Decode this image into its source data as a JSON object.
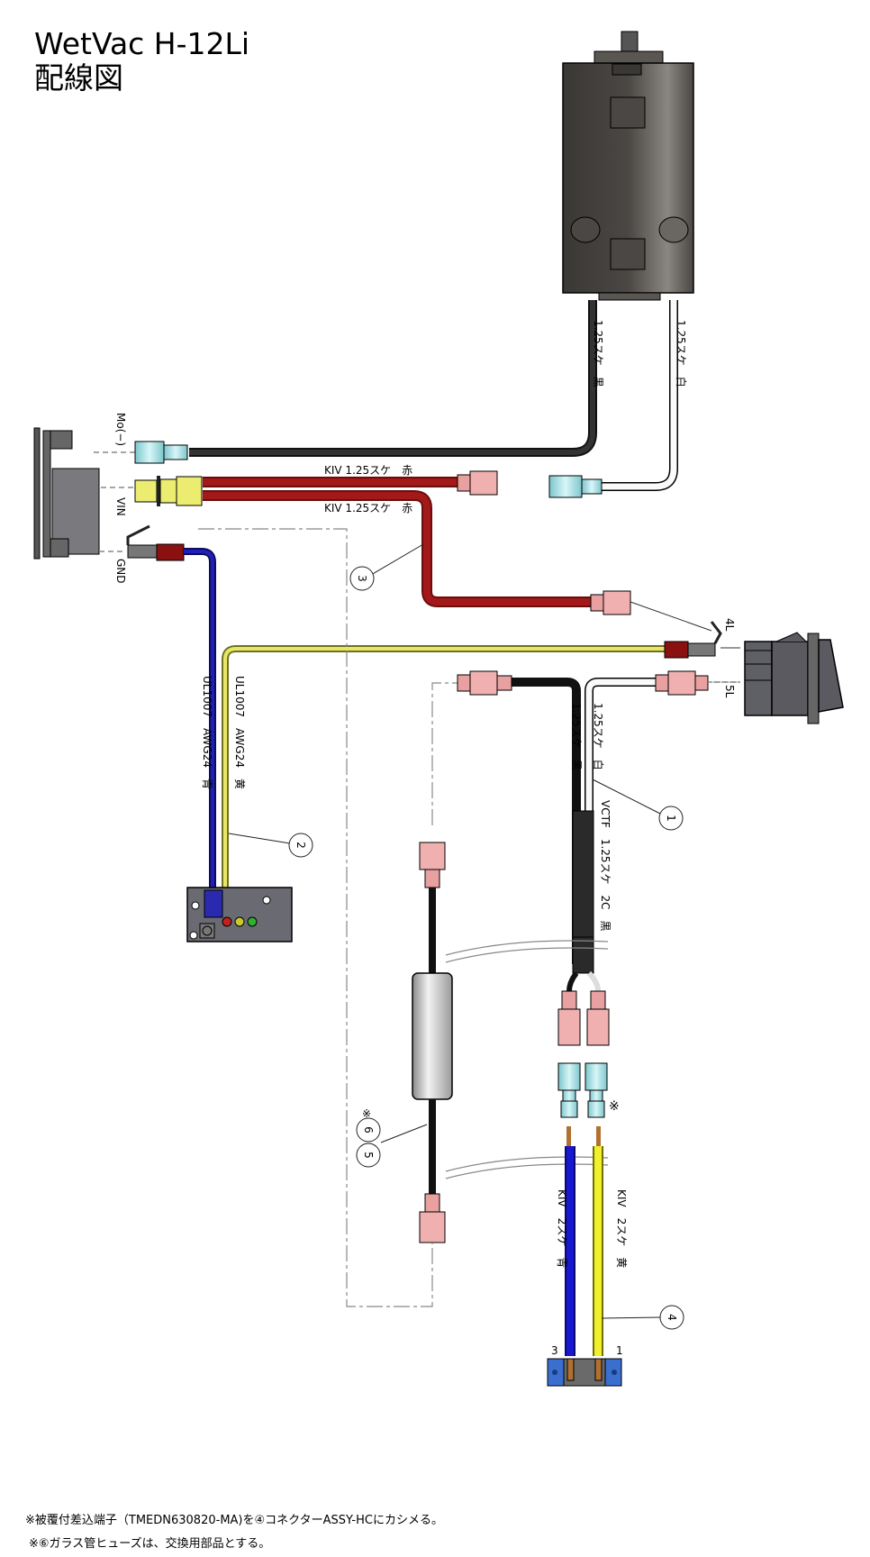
{
  "title": {
    "line1": "WetVac H-12Li",
    "line2": "配線図"
  },
  "motor": {
    "wire_black_label": "1.25スケ　黒",
    "wire_white_label": "1.25スケ　白"
  },
  "controller": {
    "pin_mo": "Mo(−)",
    "pin_vin": "VIN",
    "pin_gnd": "GND"
  },
  "red_wires": {
    "upper_label": "KIV 1.25スケ　赤",
    "lower_label": "KIV 1.25スケ　赤"
  },
  "led_board_wires": {
    "blue_label": "UL1007　AWG24　青",
    "yellow_label": "UL1007　AWG24　黄"
  },
  "switch": {
    "pin_4l": "4L",
    "pin_5l": "5L"
  },
  "vctf_cable": {
    "black_label": "1.25スケ　黒",
    "white_label": "1.25スケ　白",
    "jacket_label": "VCTF　1.25スケ　2C　黒"
  },
  "battery_connector": {
    "blue_label": "KIV　2スケ　青",
    "yellow_label": "KIV　2スケ　黄",
    "pin_left": "3",
    "pin_right": "1"
  },
  "callouts": {
    "c1": "1",
    "c2": "2",
    "c3": "3",
    "c4": "4",
    "c5": "5",
    "c6": "6",
    "mark": "※"
  },
  "notes": {
    "line1": "※被覆付差込端子（TMEDN630820-MA)を④コネクターASSY-HCにカシメる。",
    "line2": "※⑥ガラス管ヒューズは、交換用部品とする。"
  },
  "colors": {
    "wire_black": "#222222",
    "wire_red": "#9b1414",
    "wire_blue": "#1a1a9a",
    "wire_yellow": "#e6e64a",
    "terminal_pink": "#e8a0a0",
    "terminal_cyan": "#a6e3e8",
    "motor_body": "#4a4642",
    "switch_body": "#5a5a60",
    "connector_blue": "#3a6fd0"
  }
}
